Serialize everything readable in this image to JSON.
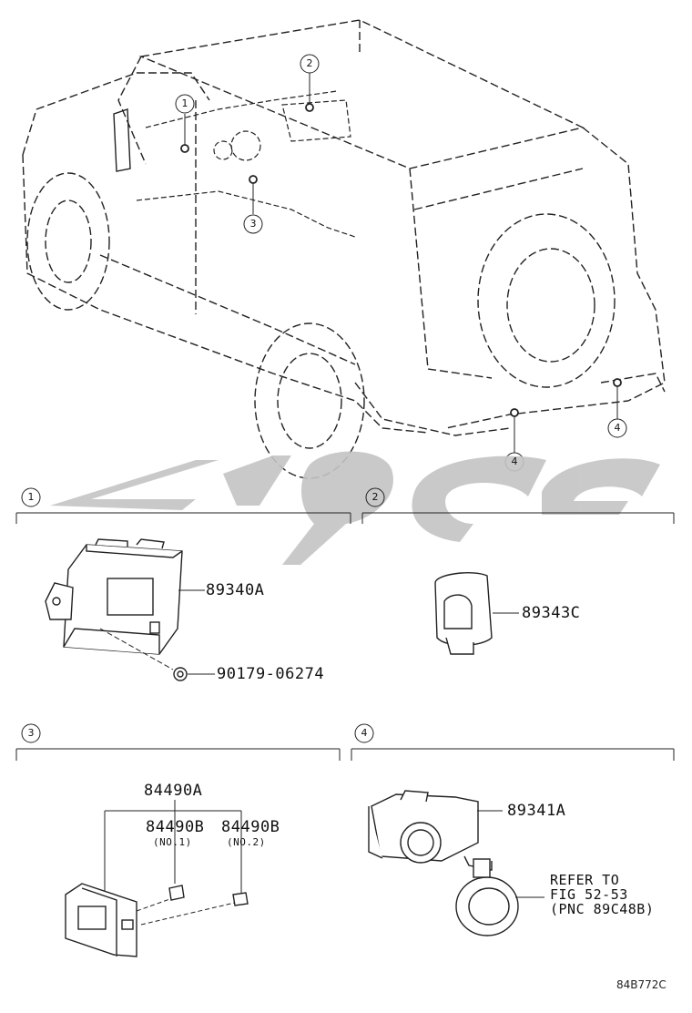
{
  "callouts": {
    "c1": "1",
    "c2": "2",
    "c3": "3",
    "c4": "4"
  },
  "sections": {
    "s1": "1",
    "s2": "2",
    "s3": "3",
    "s4": "4"
  },
  "parts": {
    "p89340A": "89340A",
    "p90179": "90179-06274",
    "p89343C": "89343C",
    "p84490A": "84490A",
    "p84490B_1": "84490B",
    "p84490B_2": "84490B",
    "no1": "(NO.1)",
    "no2": "(NO.2)",
    "p89341A": "89341A",
    "refer": "REFER TO\nFIG 52-53\n(PNC 89C48B)"
  },
  "watermark": {
    "text": "ﺳﯾﺎرﻩ",
    "color": "#c8c8c8"
  },
  "drawing_code": "84B772C"
}
